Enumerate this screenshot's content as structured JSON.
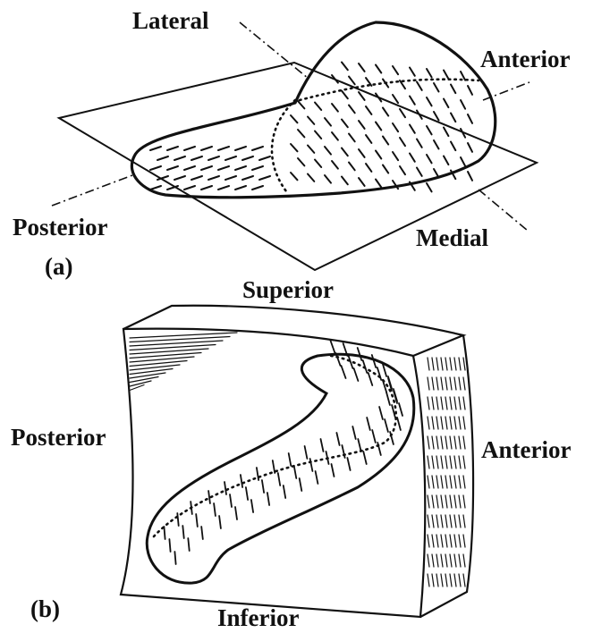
{
  "panel_a": {
    "label": "(a)",
    "orientation": {
      "lateral": "Lateral",
      "anterior": "Anterior",
      "posterior": "Posterior",
      "medial": "Medial"
    }
  },
  "panel_b": {
    "label": "(b)",
    "orientation": {
      "superior": "Superior",
      "posterior": "Posterior",
      "anterior": "Anterior",
      "inferior": "Inferior"
    }
  }
}
